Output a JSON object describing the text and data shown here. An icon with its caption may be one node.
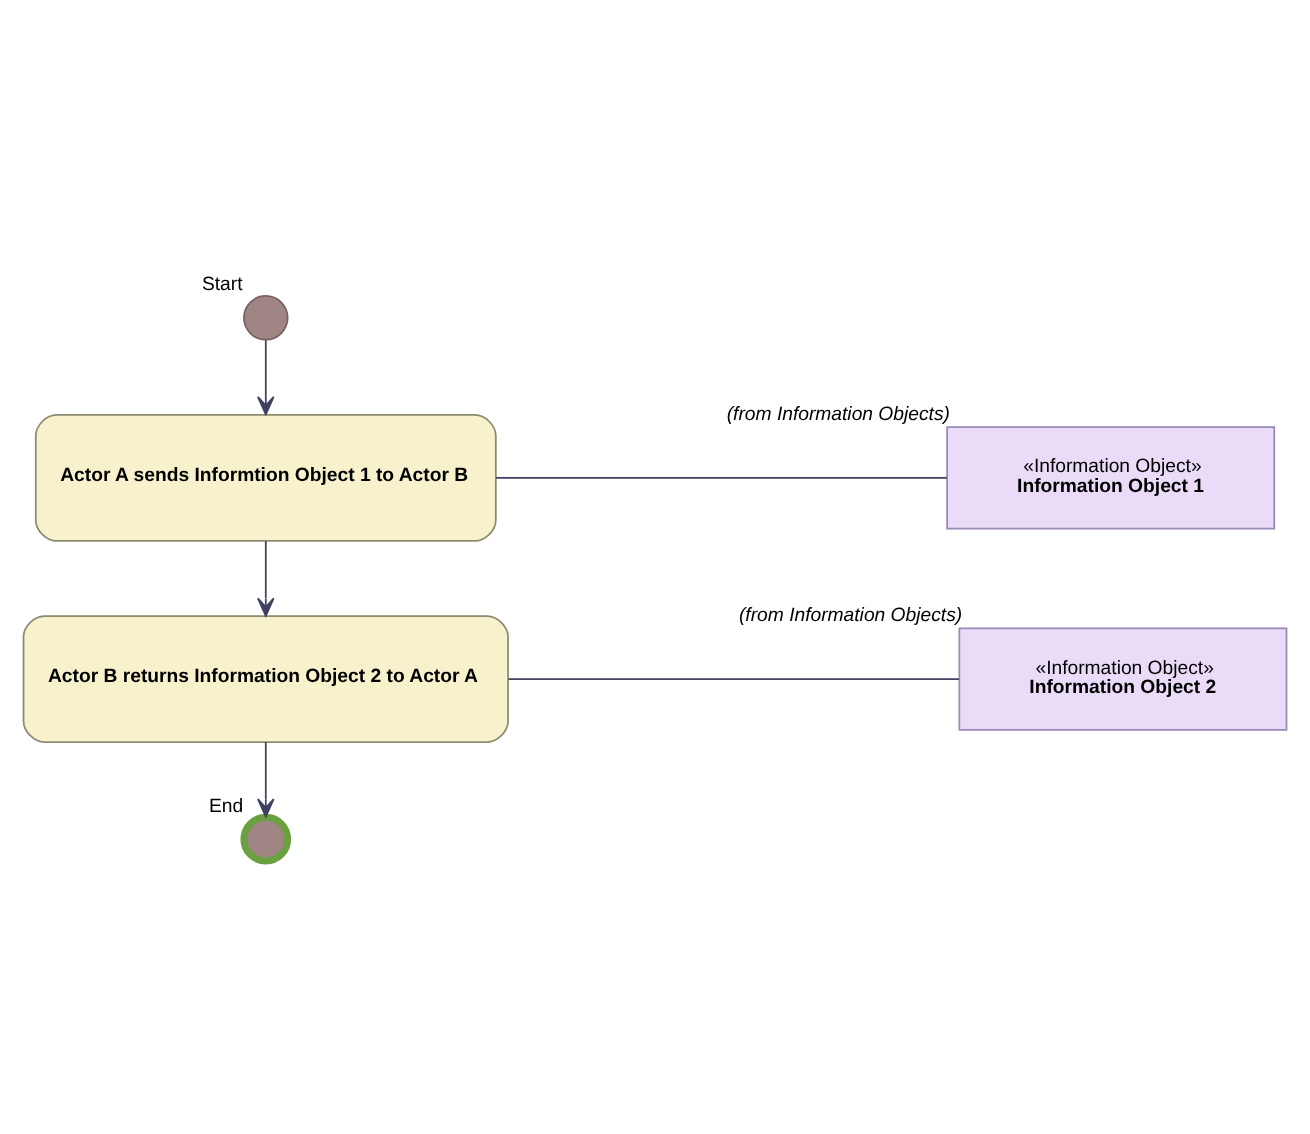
{
  "diagram": {
    "nodes": [
      {
        "text": [],
        "shape": "circle",
        "beside": [
          "Start"
        ]
      },
      {
        "text": [
          "Actor A sends Informtion Object 1 to Actor B"
        ]
      },
      {
        "text": [
          "«Information Object»",
          "Information Object 1"
        ],
        "beside": [
          "(from Information Objects)"
        ]
      },
      {
        "text": [
          "Actor B returns Information Object 2 to Actor A"
        ]
      },
      {
        "text": [
          "«Information Object»",
          "Information Object 2"
        ],
        "beside": [
          "(from Information Objects)"
        ]
      },
      {
        "text": [],
        "shape": "circle",
        "beside": [
          "End"
        ]
      }
    ],
    "edges": [
      {
        "from": 0,
        "to": 1,
        "arrow": "to"
      },
      {
        "from": 1,
        "to": 2,
        "arrow": "none"
      },
      {
        "from": 1,
        "to": 3,
        "arrow": "to"
      },
      {
        "from": 3,
        "to": 4,
        "arrow": "none"
      },
      {
        "from": 3,
        "to": 5,
        "arrow": "to"
      }
    ]
  }
}
